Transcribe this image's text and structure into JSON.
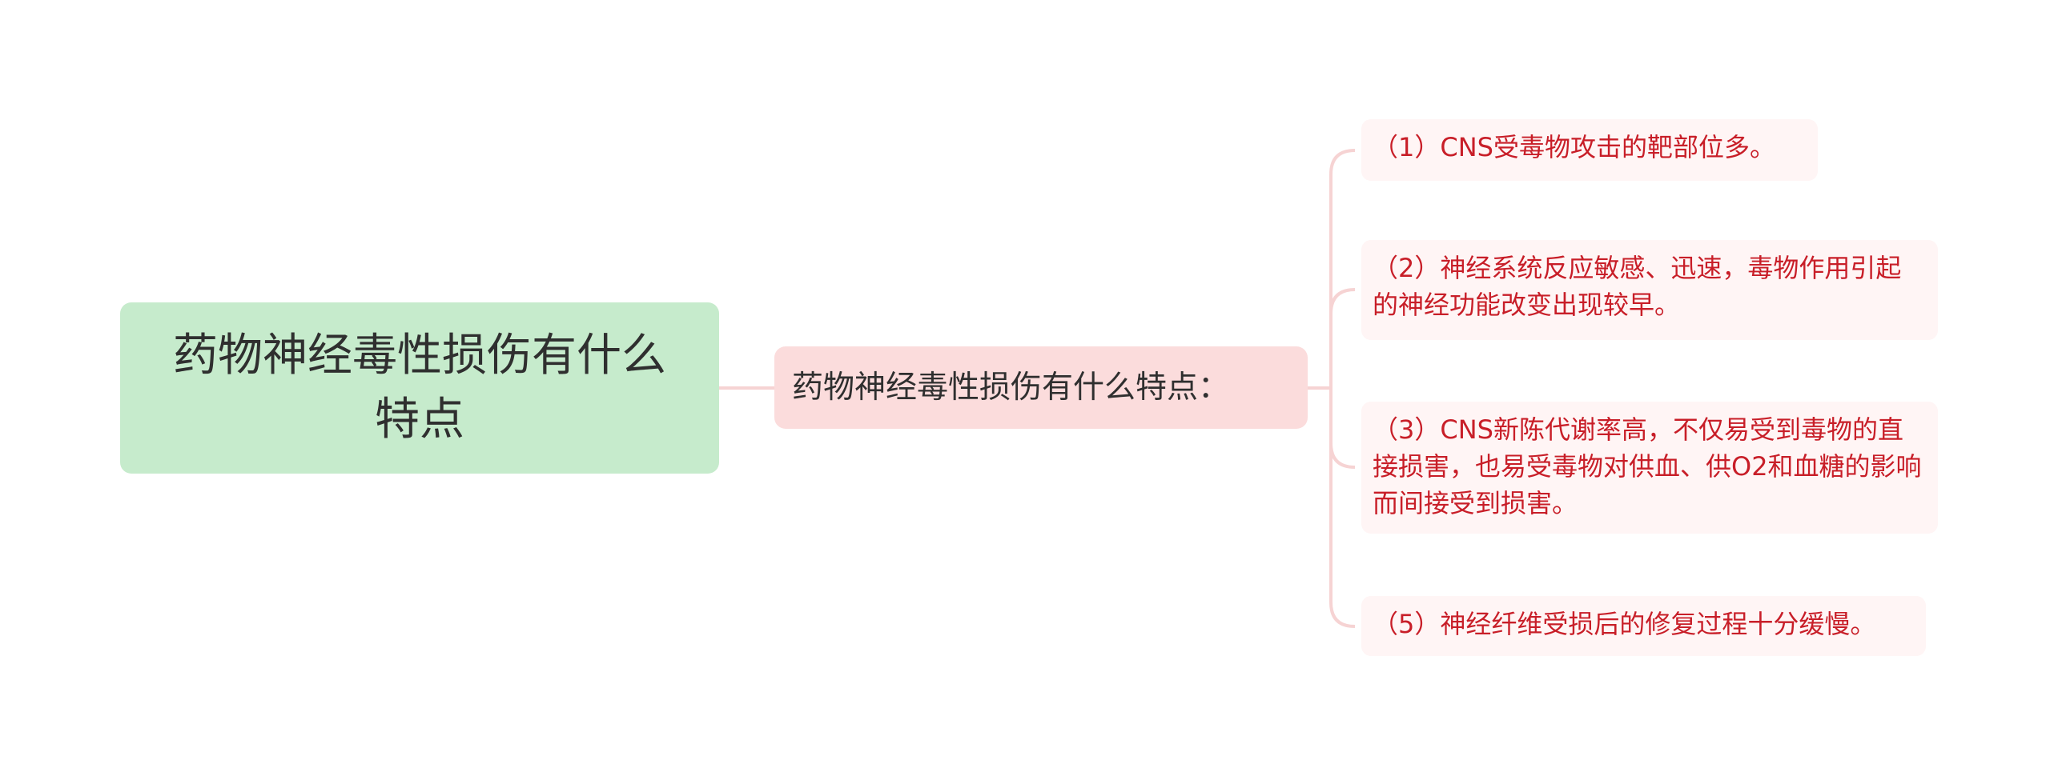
{
  "mindmap": {
    "root": {
      "label": "药物神经毒性损伤有什么特点"
    },
    "branch": {
      "label": "药物神经毒性损伤有什么特点："
    },
    "leaves": [
      {
        "label": "（1）CNS受毒物攻击的靶部位多。"
      },
      {
        "label": "（2）神经系统反应敏感、迅速，毒物作用引起的神经功能改变出现较早。"
      },
      {
        "label": "（3）CNS新陈代谢率高，不仅易受到毒物的直接损害，也易受毒物对供血、供O2和血糖的影响而间接受到损害。"
      },
      {
        "label": "（5）神经纤维受损后的修复过程十分缓慢。"
      }
    ]
  },
  "colors": {
    "root_fill": "#c6ebcc",
    "branch_fill": "#fbdcdc",
    "leaf_fill": "#fff5f5",
    "leaf_text": "#c81e28",
    "connector": "#f6d3d3"
  }
}
